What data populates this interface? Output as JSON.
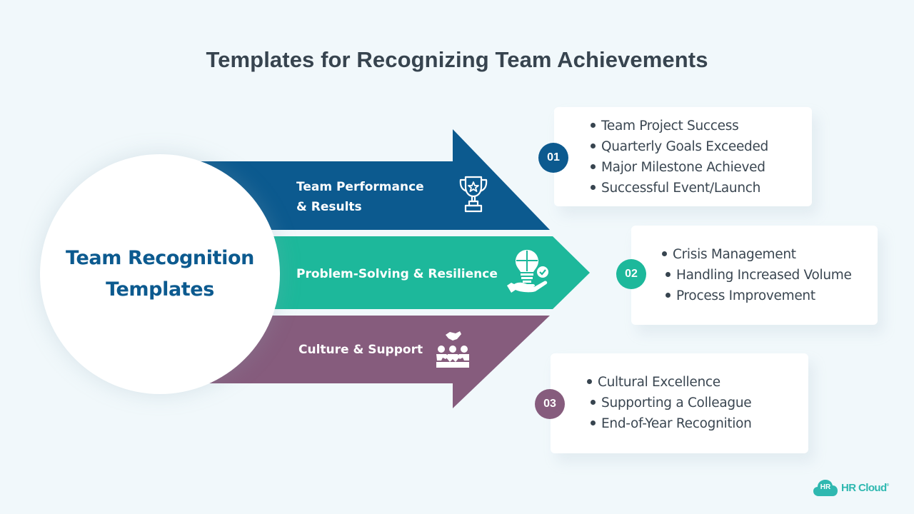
{
  "title": "Templates for Recognizing Team Achievements",
  "hub": {
    "line1": "Team Recognition",
    "line2": "Templates"
  },
  "colors": {
    "background": "#f1f8fb",
    "title": "#37444f",
    "hub_text": "#0c5a8f",
    "band_1": "#0c5a8f",
    "band_2": "#1db89b",
    "band_3": "#865c7d",
    "logo": "#2fb8b0"
  },
  "categories": [
    {
      "number": "01",
      "label_line1": "Team Performance",
      "label_line2": "& Results",
      "icon": "trophy-icon",
      "items": [
        "Team Project Success",
        "Quarterly Goals Exceeded",
        "Major Milestone Achieved",
        "Successful Event/Launch"
      ]
    },
    {
      "number": "02",
      "label_line1": "Problem-Solving & Resilience",
      "icon": "lightbulb-puzzle-hand-icon",
      "items": [
        "Crisis Management",
        "Handling Increased Volume",
        "Process Improvement"
      ]
    },
    {
      "number": "03",
      "label_line1": "Culture & Support",
      "icon": "team-handshake-icon",
      "items": [
        "Cultural Excellence",
        "Supporting a Colleague",
        "End-of-Year Recognition"
      ]
    }
  ],
  "logo": {
    "mark": "HR",
    "text": "HR Cloud",
    "trademark": "®"
  }
}
